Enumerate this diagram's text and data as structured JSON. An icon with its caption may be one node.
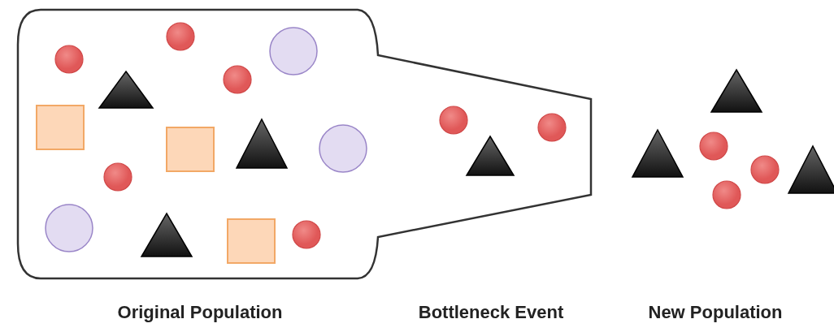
{
  "diagram": {
    "labels": [
      "Original Population",
      "Bottleneck Event",
      "New Population"
    ]
  }
}
